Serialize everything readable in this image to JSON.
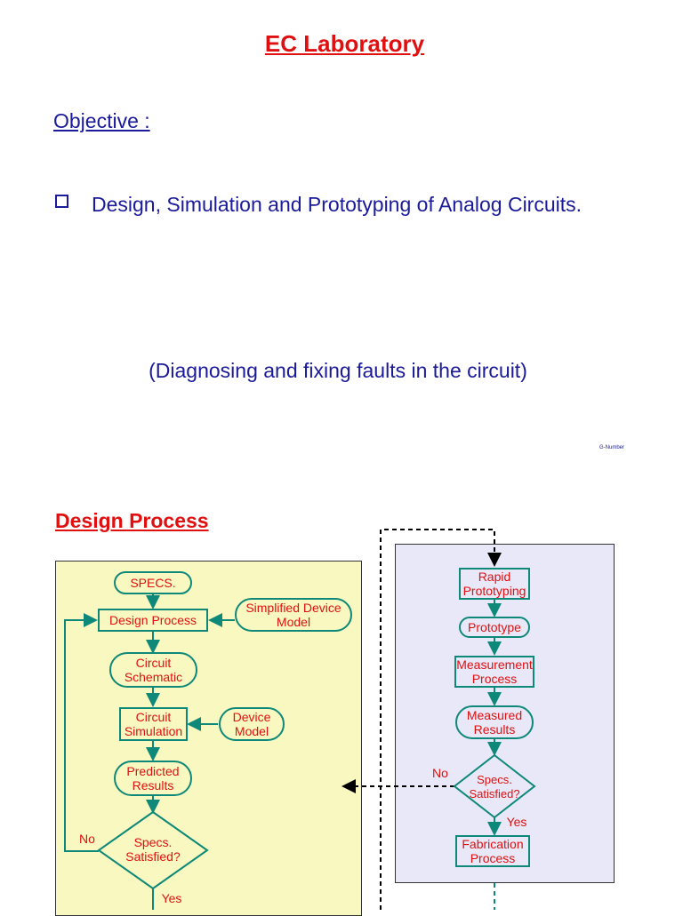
{
  "header": {
    "title": "EC Laboratory"
  },
  "objective": {
    "heading": "Objective :",
    "bullet": "Design, Simulation and Prototyping of Analog Circuits.",
    "note": "(Diagnosing and fixing faults in the circuit)",
    "footer_tag": "G-Number"
  },
  "design_process": {
    "heading": "Design Process",
    "left_flow": {
      "specs": "SPECS.",
      "design_process": "Design Process",
      "simplified_device_model": "Simplified Device\nModel",
      "circuit_schematic": "Circuit\nSchematic",
      "circuit_simulation": "Circuit\nSimulation",
      "device_model": "Device\nModel",
      "predicted_results": "Predicted\nResults",
      "specs_satisfied": "Specs.\nSatisfied?",
      "no_label": "No",
      "yes_label": "Yes"
    },
    "right_flow": {
      "rapid_prototyping": "Rapid\nPrototyping",
      "prototype": "Prototype",
      "measurement_process": "Measurement\nProcess",
      "measured_results": "Measured\nResults",
      "specs_satisfied": "Specs.\nSatisfied?",
      "no_label": "No",
      "yes_label": "Yes",
      "fabrication_process": "Fabrication\nProcess"
    }
  },
  "colors": {
    "title_red": "#e01010",
    "body_blue": "#1a1a9a",
    "flow_teal": "#0e8878",
    "left_panel": "#f8f8c0",
    "right_panel": "#e8e8f8"
  }
}
